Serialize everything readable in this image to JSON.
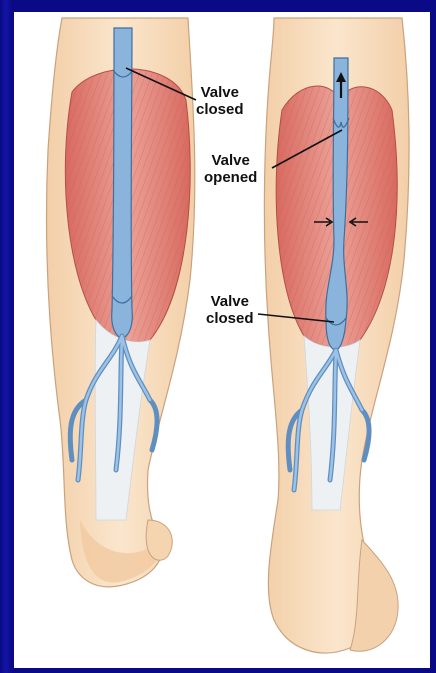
{
  "labels": {
    "top": "Valve\nclosed",
    "middle": "Valve\nopened",
    "bottom": "Valve\nclosed"
  },
  "colors": {
    "background": "#0a0a86",
    "skin": "#f6d9b8",
    "muscle": "#e0867b",
    "vein": "#8bb4dc",
    "vein_outline": "#3f6f9e",
    "tendon": "#eef1f4"
  }
}
